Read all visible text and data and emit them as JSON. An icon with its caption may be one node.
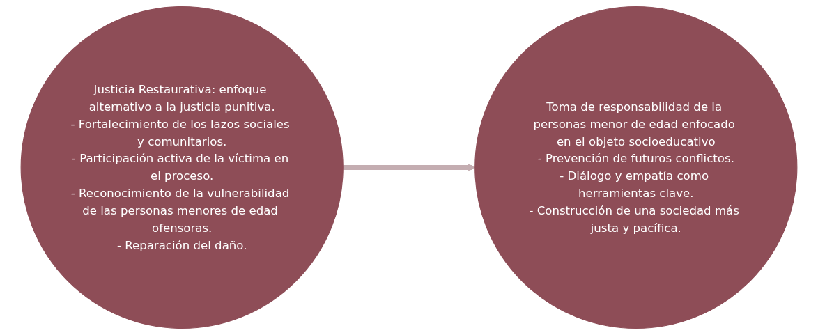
{
  "diagram": {
    "nodes": [
      {
        "text": [
          "Justicia Restaurativa: enfoque alternativo a la justicia punitiva.",
          "- Fortalecimiento de los lazos sociales y comunitarios.",
          "- Participación activa de la víctima en el proceso.",
          "- Reconocimiento de la vulnerabilidad de las personas menores de edad ofensoras.",
          "- Reparación del daño."
        ]
      },
      {
        "text": [
          "Toma de responsabilidad de la personas menor de edad enfocado en el objeto socioeducativo",
          "- Prevención de futuros conflictos.",
          "- Diálogo y empatía como herramientas clave.",
          "- Construcción de una sociedad más justa y pacífica."
        ]
      }
    ],
    "edges": [
      {
        "from": 0,
        "to": 1,
        "arrow": "to"
      }
    ]
  }
}
